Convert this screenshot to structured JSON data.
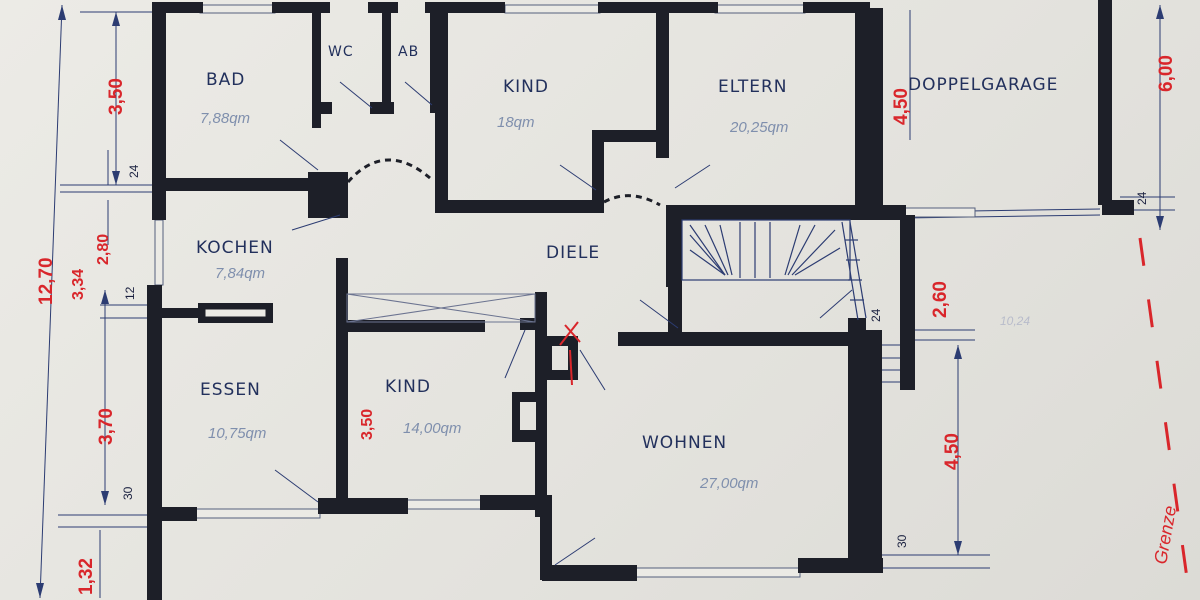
{
  "rooms": {
    "bad": {
      "name": "BAD",
      "area": "7,88qm"
    },
    "wc": {
      "name": "WC"
    },
    "ab": {
      "name": "AB"
    },
    "kind_top": {
      "name": "KIND",
      "area": "18qm"
    },
    "eltern": {
      "name": "ELTERN",
      "area": "20,25qm"
    },
    "garage": {
      "name": "DOPPELGARAGE"
    },
    "kochen": {
      "name": "KOCHEN",
      "area": "7,84qm"
    },
    "diele": {
      "name": "DIELE"
    },
    "essen": {
      "name": "ESSEN",
      "area": "10,75qm"
    },
    "kind_bottom": {
      "name": "KIND",
      "area": "14,00qm"
    },
    "wohnen": {
      "name": "WOHNEN",
      "area": "27,00qm"
    }
  },
  "dimensions": {
    "total_height": "12,70",
    "kitchen_a": "3,34",
    "kitchen_b": "2,80",
    "bad_height": "3,50",
    "essen_height": "3,70",
    "bottom": "1,32",
    "kind_height": "3,50",
    "eltern_height": "4,50",
    "garage_height": "6,00",
    "stair_height": "2,60",
    "wohnen_height": "4,50"
  },
  "wall_thickness": {
    "t1": "24",
    "t2": "12",
    "t3": "30",
    "t4": "24",
    "t5": "24",
    "t6": "30"
  },
  "annotations": {
    "grenze": "Grenze",
    "faint": "10,24"
  }
}
